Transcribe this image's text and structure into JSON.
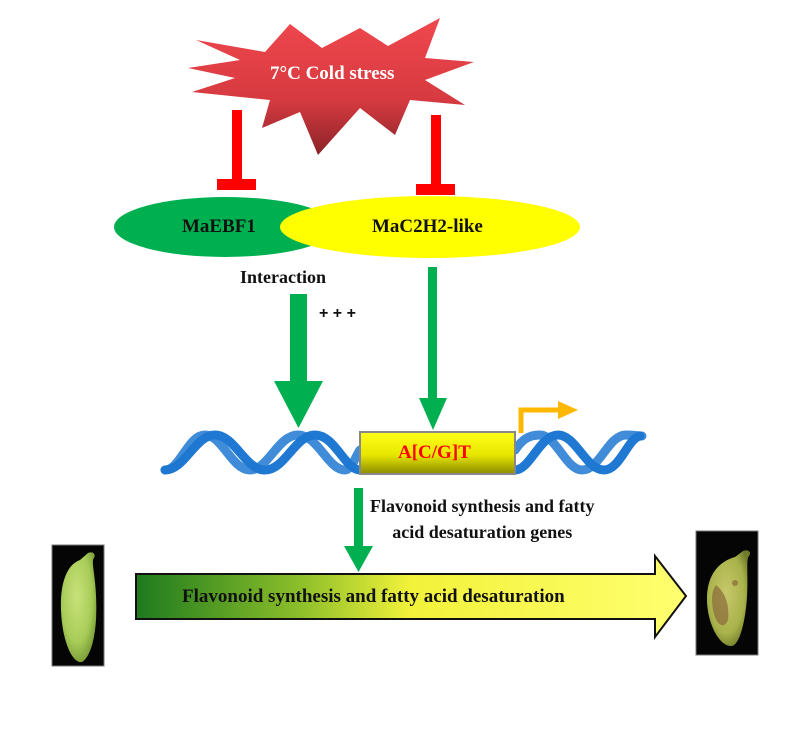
{
  "stress": {
    "label": "7°C Cold stress",
    "color": "#e2353c"
  },
  "proteins": {
    "left": {
      "label": "MaEBF1",
      "color": "#00b050"
    },
    "right": {
      "label": "MaC2H2-like",
      "color": "#ffff00"
    }
  },
  "inhibition": {
    "color": "#ff0000"
  },
  "interaction": {
    "label": "Interaction",
    "enhancement": "+ + +"
  },
  "activation": {
    "color": "#00b050"
  },
  "dna": {
    "color": "#1f78d1",
    "motif": "A[C/G]T",
    "motif_color": "#ff0000",
    "tss_color": "#ffb800"
  },
  "target_genes": {
    "line1": "Flavonoid synthesis and fatty",
    "line2": "acid desaturation genes"
  },
  "process": {
    "label": "Flavonoid synthesis and fatty acid desaturation",
    "gradient_start": "#1e7a1e",
    "gradient_end": "#ffff66"
  },
  "fruit": {
    "before": "green-banana",
    "after": "chilled-banana"
  }
}
